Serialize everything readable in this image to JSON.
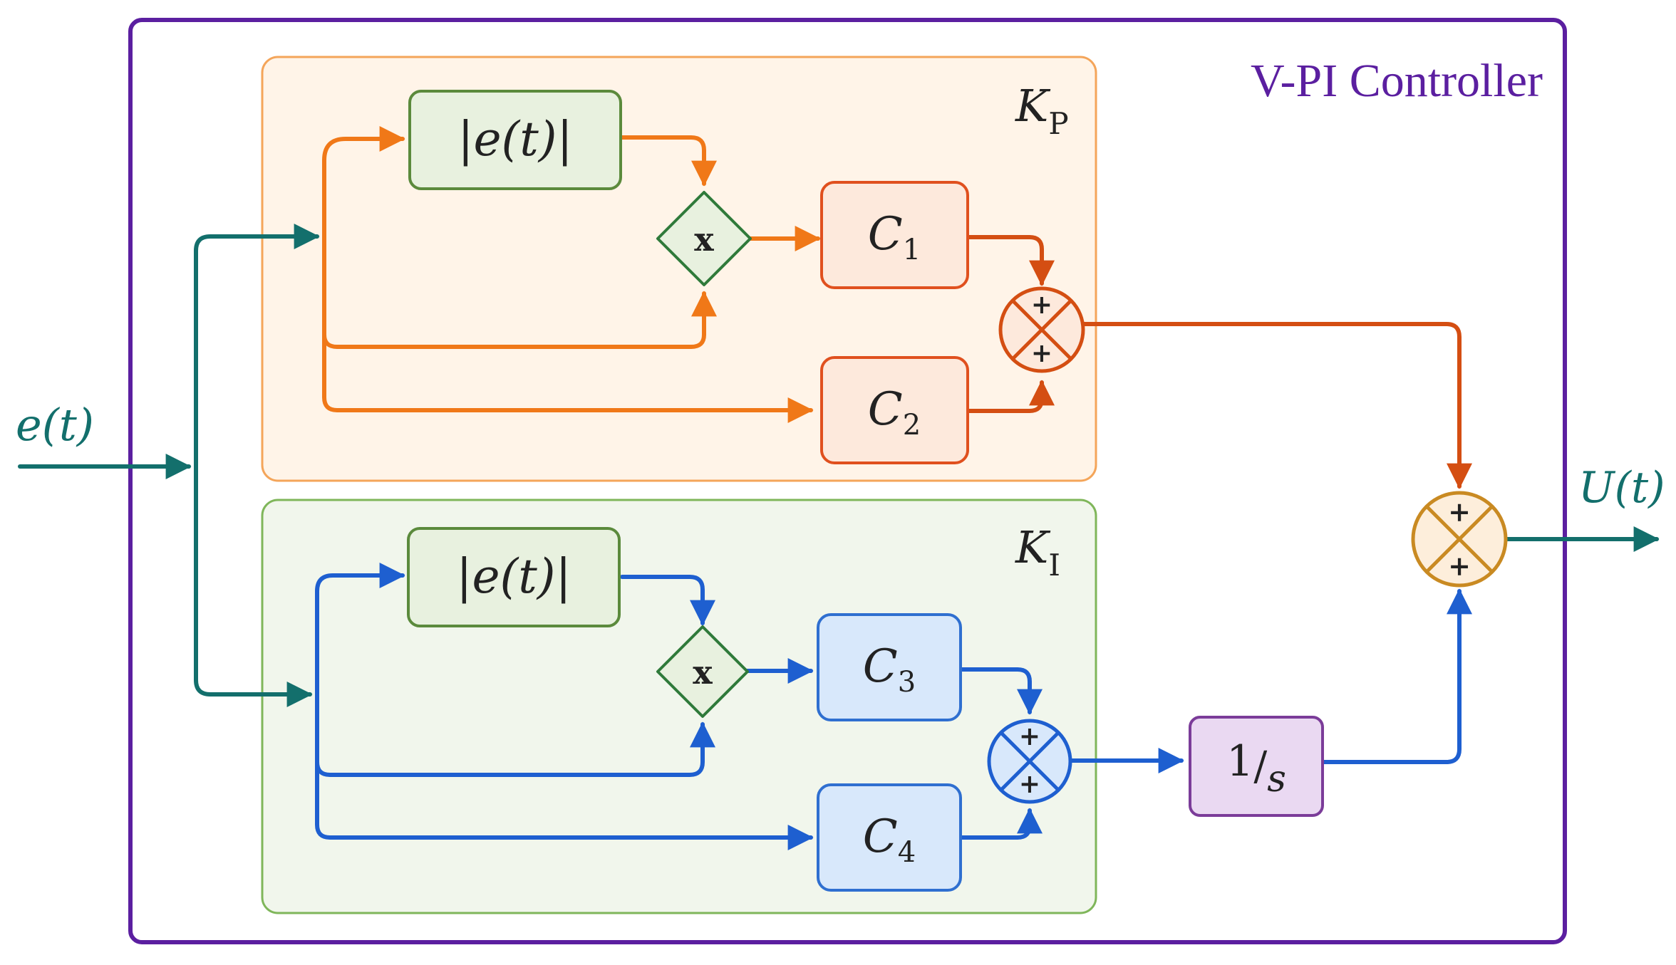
{
  "title": "V-PI Controller",
  "input_label": "e(t)",
  "output_label": "U(t)",
  "groups": {
    "kp": {
      "label_main": "K",
      "label_sub": "P"
    },
    "ki": {
      "label_main": "K",
      "label_sub": "I"
    }
  },
  "blocks": {
    "abs_top": {
      "text": "|e(t)|"
    },
    "abs_bottom": {
      "text": "|e(t)|"
    },
    "mult_top": {
      "text": "x"
    },
    "mult_bottom": {
      "text": "x"
    },
    "c1": {
      "main": "C",
      "sub": "1"
    },
    "c2": {
      "main": "C",
      "sub": "2"
    },
    "c3": {
      "main": "C",
      "sub": "3"
    },
    "c4": {
      "main": "C",
      "sub": "4"
    },
    "integrator": {
      "num": "1",
      "slash": "/",
      "den": "s"
    }
  },
  "summers": {
    "sum_kp": {
      "top": "+",
      "bottom": "+"
    },
    "sum_ki": {
      "top": "+",
      "bottom": "+"
    },
    "sum_out": {
      "top": "+",
      "bottom": "+"
    }
  },
  "colors": {
    "frame": "#5b1fa0",
    "teal": "#136f6c",
    "kp_line": "#f07818",
    "kp_dark": "#d44e12",
    "kp_bg": "#fff4e8",
    "kp_border": "#f4a55a",
    "ki_line": "#1e5fd0",
    "ki_bg": "#f1f6ec",
    "ki_border": "#7fb65a",
    "abs_fill": "#e8f1df",
    "abs_border": "#5b8a3c",
    "c12_fill": "#fde9dc",
    "c12_border": "#e0501e",
    "c34_fill": "#d8e8fb",
    "c34_border": "#2f6fd0",
    "int_fill": "#ead9f2",
    "int_border": "#7b3c99",
    "sum_out": "#c98a22"
  }
}
